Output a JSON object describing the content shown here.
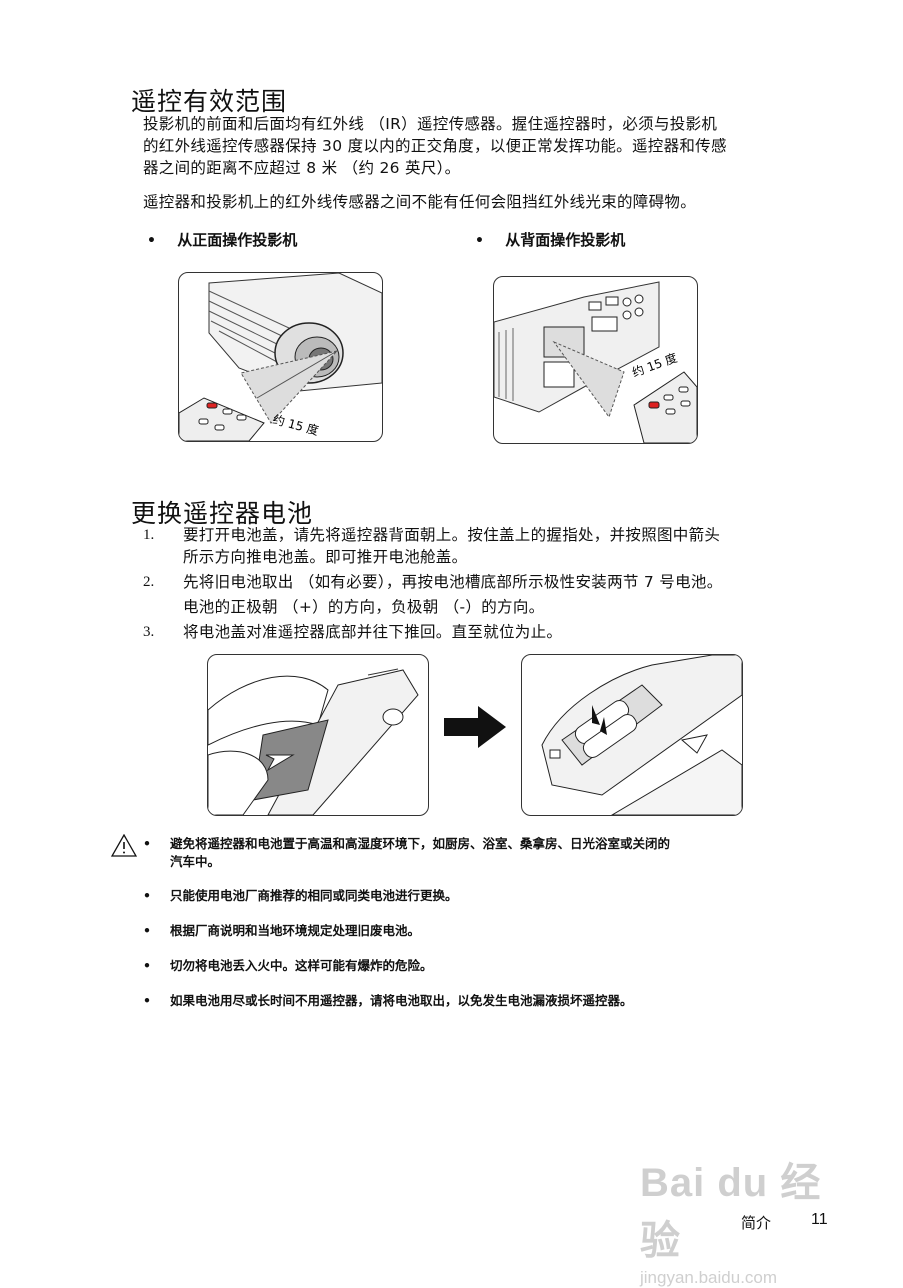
{
  "section1": {
    "title": "遥控有效范围",
    "para1_lines": [
      "投影机的前面和后面均有红外线 （IR）遥控传感器。握住遥控器时，必须与投影机",
      "的红外线遥控传感器保持 30 度以内的正交角度，以便正常发挥功能。遥控器和传感",
      "器之间的距离不应超过 8 米 （约 26 英尺）。"
    ],
    "para2": "遥控器和投影机上的红外线传感器之间不能有任何会阻挡红外线光束的障碍物。",
    "captions": [
      "从正面操作投影机",
      "从背面操作投影机"
    ],
    "angle_label": "约 15 度"
  },
  "section2": {
    "title": "更换遥控器电池",
    "steps": [
      {
        "num": "1.",
        "lines": [
          "要打开电池盖，请先将遥控器背面朝上。按住盖上的握指处，并按照图中箭头",
          "所示方向推电池盖。即可推开电池舱盖。"
        ]
      },
      {
        "num": "2.",
        "lines": [
          "先将旧电池取出 （如有必要），再按电池槽底部所示极性安装两节 7 号电池。",
          "电池的正极朝 （+）的方向，负极朝 （-）的方向。"
        ]
      },
      {
        "num": "3.",
        "lines": [
          "将电池盖对准遥控器底部并往下推回。直至就位为止。"
        ]
      }
    ]
  },
  "notes": [
    [
      "避免将遥控器和电池置于高温和高湿度环境下，如厨房、浴室、桑拿房、日光浴室或关闭的",
      "汽车中。"
    ],
    [
      "只能使用电池厂商推荐的相同或同类电池进行更换。"
    ],
    [
      "根据厂商说明和当地环境规定处理旧废电池。"
    ],
    [
      "切勿将电池丢入火中。这样可能有爆炸的危险。"
    ],
    [
      "如果电池用尽或长时间不用遥控器，请将电池取出，以免发生电池漏液损坏遥控器。"
    ]
  ],
  "bullet": "•",
  "warning_icon": "warning-triangle-icon",
  "footer": {
    "section": "简介",
    "page": "11"
  },
  "watermark": {
    "brand": "Bai du 经验",
    "url": "jingyan.baidu.com"
  }
}
